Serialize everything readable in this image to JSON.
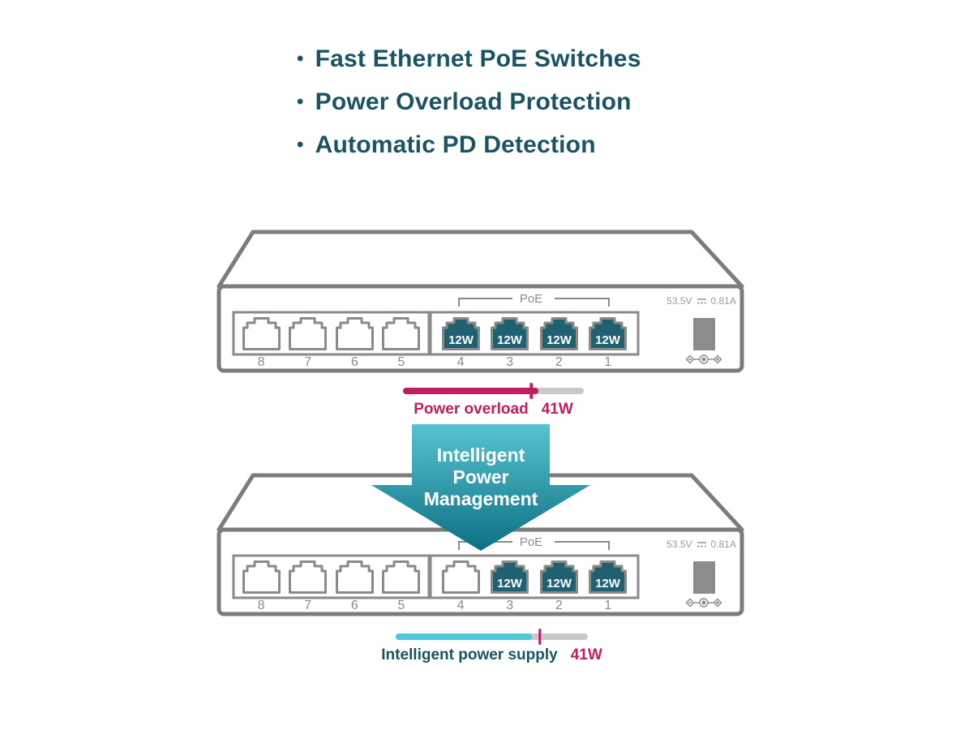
{
  "colors": {
    "heading_teal": "#1A5363",
    "crimson": "#C11E5F",
    "cyan": "#4FC8D5",
    "port_teal": "#1F6170",
    "arrow_gradient_top": "#57C4CF",
    "arrow_gradient_bottom": "#0D6F83",
    "chassis_outline": "#7C7C7C",
    "detail_gray": "#8A8A8A",
    "rating_gray": "#9A9A9A",
    "bar_track_gray": "#C9C9C9"
  },
  "bullets": {
    "items": [
      {
        "label": "Fast Ethernet PoE Switches"
      },
      {
        "label": "Power Overload Protection"
      },
      {
        "label": "Automatic PD Detection"
      }
    ]
  },
  "switch_top": {
    "poe_label": "PoE",
    "voltage": "53.5V",
    "current": "0.81A",
    "ports_left": [
      {
        "number": "8",
        "type": "empty",
        "label": ""
      },
      {
        "number": "7",
        "type": "empty",
        "label": ""
      },
      {
        "number": "6",
        "type": "empty",
        "label": ""
      },
      {
        "number": "5",
        "type": "empty",
        "label": ""
      }
    ],
    "ports_right": [
      {
        "number": "4",
        "type": "poe",
        "label": "12W"
      },
      {
        "number": "3",
        "type": "poe",
        "label": "12W"
      },
      {
        "number": "2",
        "type": "poe",
        "label": "12W"
      },
      {
        "number": "1",
        "type": "poe",
        "label": "12W"
      }
    ]
  },
  "overload_bar": {
    "label": "Power overload",
    "value": "41W",
    "fill_percent": 75,
    "tick_percent": 71,
    "fill_color": "#C11E5F",
    "tick_color": "#C11E5F",
    "label_color": "#C11E5F",
    "value_color": "#C11E5F"
  },
  "arrow": {
    "line1": "Intelligent",
    "line2": "Power",
    "line3": "Management"
  },
  "switch_bottom": {
    "poe_label": "PoE",
    "voltage": "53.5V",
    "current": "0.81A",
    "ports_left": [
      {
        "number": "8",
        "type": "empty",
        "label": ""
      },
      {
        "number": "7",
        "type": "empty",
        "label": ""
      },
      {
        "number": "6",
        "type": "empty",
        "label": ""
      },
      {
        "number": "5",
        "type": "empty",
        "label": ""
      }
    ],
    "ports_right": [
      {
        "number": "4",
        "type": "empty",
        "label": ""
      },
      {
        "number": "3",
        "type": "poe",
        "label": "12W"
      },
      {
        "number": "2",
        "type": "poe",
        "label": "12W"
      },
      {
        "number": "1",
        "type": "poe",
        "label": "12W"
      }
    ]
  },
  "supply_bar": {
    "label": "Intelligent power supply",
    "value": "41W",
    "fill_percent": 71,
    "tick_percent": 75,
    "fill_color": "#4FC8D5",
    "tick_color": "#C11E5F",
    "label_color": "#1A5363",
    "value_color": "#C11E5F"
  }
}
